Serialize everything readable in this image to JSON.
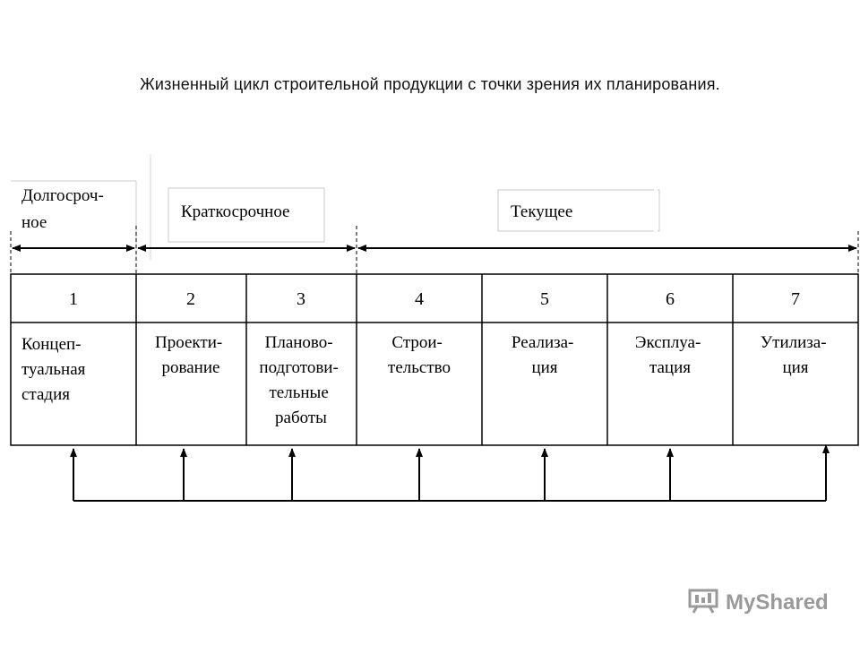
{
  "title": "Жизненный цикл строительной продукции с точки зрения их планирования.",
  "horizons": [
    {
      "lines": [
        "Долгосроч-",
        "ное"
      ]
    },
    {
      "lines": [
        "Краткосрочное"
      ]
    },
    {
      "lines": [
        "Текущее"
      ]
    }
  ],
  "stages": [
    {
      "num": "1",
      "lines": [
        "Концеп-",
        "туальная",
        "стадия"
      ]
    },
    {
      "num": "2",
      "lines": [
        "Проекти-",
        "рование"
      ]
    },
    {
      "num": "3",
      "lines": [
        "Планово-",
        "подготови-",
        "тельные",
        "работы"
      ]
    },
    {
      "num": "4",
      "lines": [
        "Строи-",
        "тельство"
      ]
    },
    {
      "num": "5",
      "lines": [
        "Реализа-",
        "ция"
      ]
    },
    {
      "num": "6",
      "lines": [
        "Эксплуа-",
        "тация"
      ]
    },
    {
      "num": "7",
      "lines": [
        "Утилиза-",
        "ция"
      ]
    }
  ],
  "logo": {
    "text": "MyShared",
    "icon": "presentation-board-icon"
  }
}
